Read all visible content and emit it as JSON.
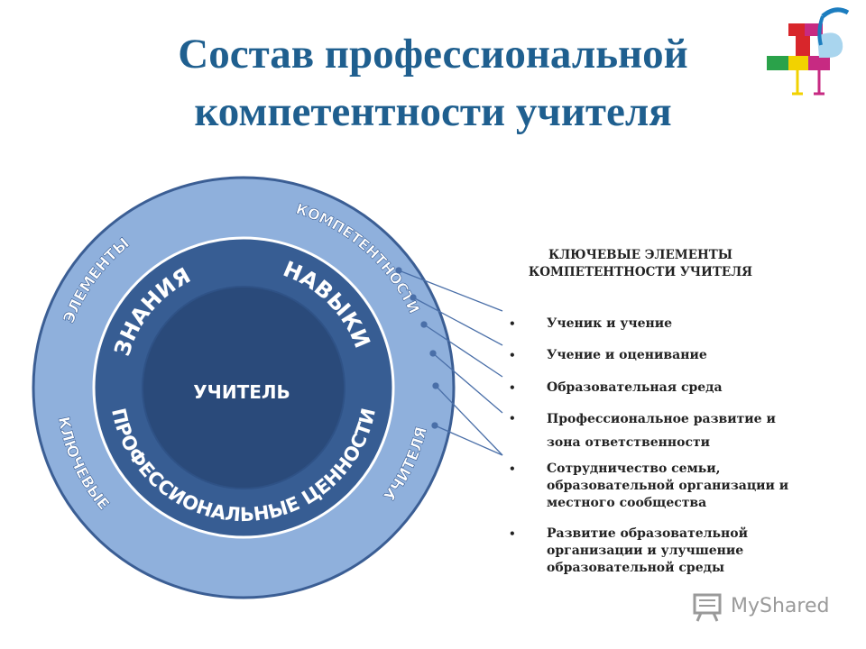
{
  "title": {
    "line1": "Состав профессиональной",
    "line2": "компетентности учителя"
  },
  "diagram": {
    "center_label": "УЧИТЕЛЬ",
    "middle_ring_top_left": "ЗНАНИЯ",
    "middle_ring_top_right": "НАВЫКИ",
    "middle_ring_bottom": "ПРОФЕССИОНАЛЬНЫЕ ЦЕННОСТИ",
    "outer_ring_top_left": "ЭЛЕМЕНТЫ",
    "outer_ring_top_right": "КОМПЕТЕНТНОСТИ",
    "outer_ring_bottom_left": "КЛЮЧЕВЫЕ",
    "outer_ring_bottom_right": "УЧИТЕЛЯ",
    "colors": {
      "outer": "#8fb0dc",
      "middle": "#375d93",
      "inner": "#2a4a7a",
      "stroke": "#3b5e94",
      "connector": "#4a6fa8"
    }
  },
  "panel": {
    "heading_line1": "КЛЮЧЕВЫЕ ЭЛЕМЕНТЫ",
    "heading_line2": "КОМПЕТЕНТНОСТИ УЧИТЕЛЯ",
    "bullet": "•",
    "items": [
      {
        "lines": [
          "Ученик и учение"
        ]
      },
      {
        "lines": [
          "Учение и оценивание"
        ]
      },
      {
        "lines": [
          "Образовательная среда"
        ]
      },
      {
        "lines": [
          "Профессиональное развитие и",
          "зона ответственности"
        ]
      },
      {
        "lines": [
          "Сотрудничество семьи,",
          "образовательной организации и",
          "местного сообщества"
        ]
      },
      {
        "lines": [
          "Развитие образовательной",
          "организации и улучшение",
          "образовательной среды"
        ]
      }
    ]
  },
  "watermark": {
    "text": "MyShared",
    "icon": "presentation-board-icon"
  },
  "logo": {
    "icon": "school-logo-icon"
  }
}
